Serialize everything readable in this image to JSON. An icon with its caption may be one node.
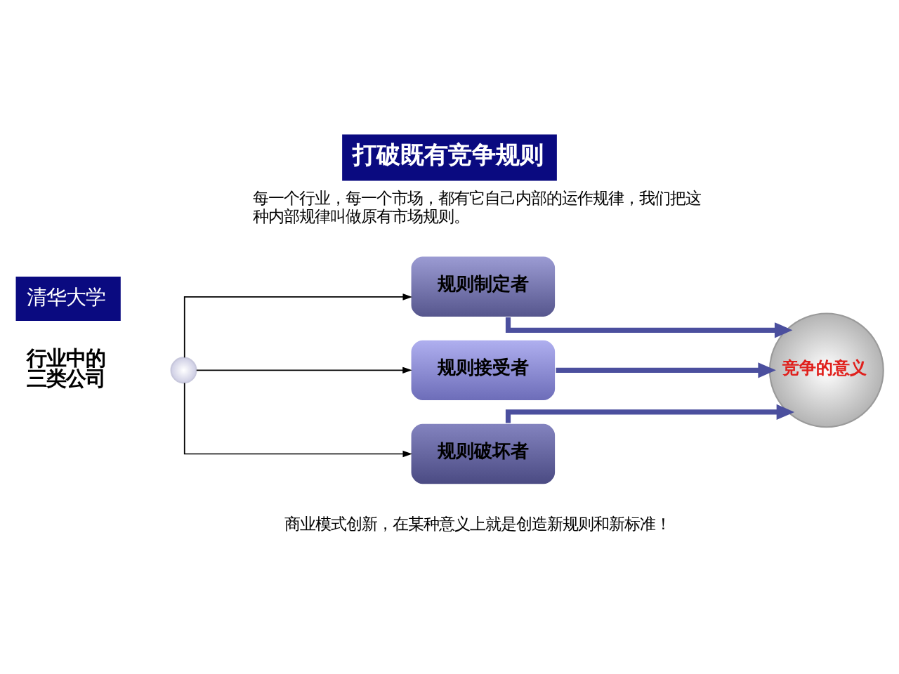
{
  "diagram": {
    "title": "打破既有竞争规则",
    "nodes": [
      {
        "text": [],
        "shape": "circle",
        "beside": [
          "行业中的三类公司"
        ]
      },
      {
        "text": [
          "规则制定者"
        ]
      },
      {
        "text": [
          "规则接受者"
        ]
      },
      {
        "text": [
          "规则破坏者"
        ]
      },
      {
        "text": [
          "竞争的意义"
        ]
      }
    ],
    "edges": [
      {
        "from": 0,
        "to": 1,
        "arrow": "to"
      },
      {
        "from": 0,
        "to": 2,
        "arrow": "to"
      },
      {
        "from": 0,
        "to": 3,
        "arrow": "to"
      },
      {
        "from": 1,
        "to": 4,
        "arrow": "to",
        "style": "thick",
        "color": "#4b4f9e"
      },
      {
        "from": 2,
        "to": 4,
        "arrow": "to",
        "style": "thick",
        "color": "#4b4f9e"
      },
      {
        "from": 3,
        "to": 4,
        "arrow": "to",
        "style": "thick",
        "color": "#4b4f9e"
      }
    ],
    "labels": [
      "清华大学",
      "每一个行业，每一个市场，都有它自己内部的运作规律，我们把这种内部规律叫做原有市场规则。",
      "商业模式创新，在某种意义上就是创造新规则和新标准！"
    ]
  }
}
